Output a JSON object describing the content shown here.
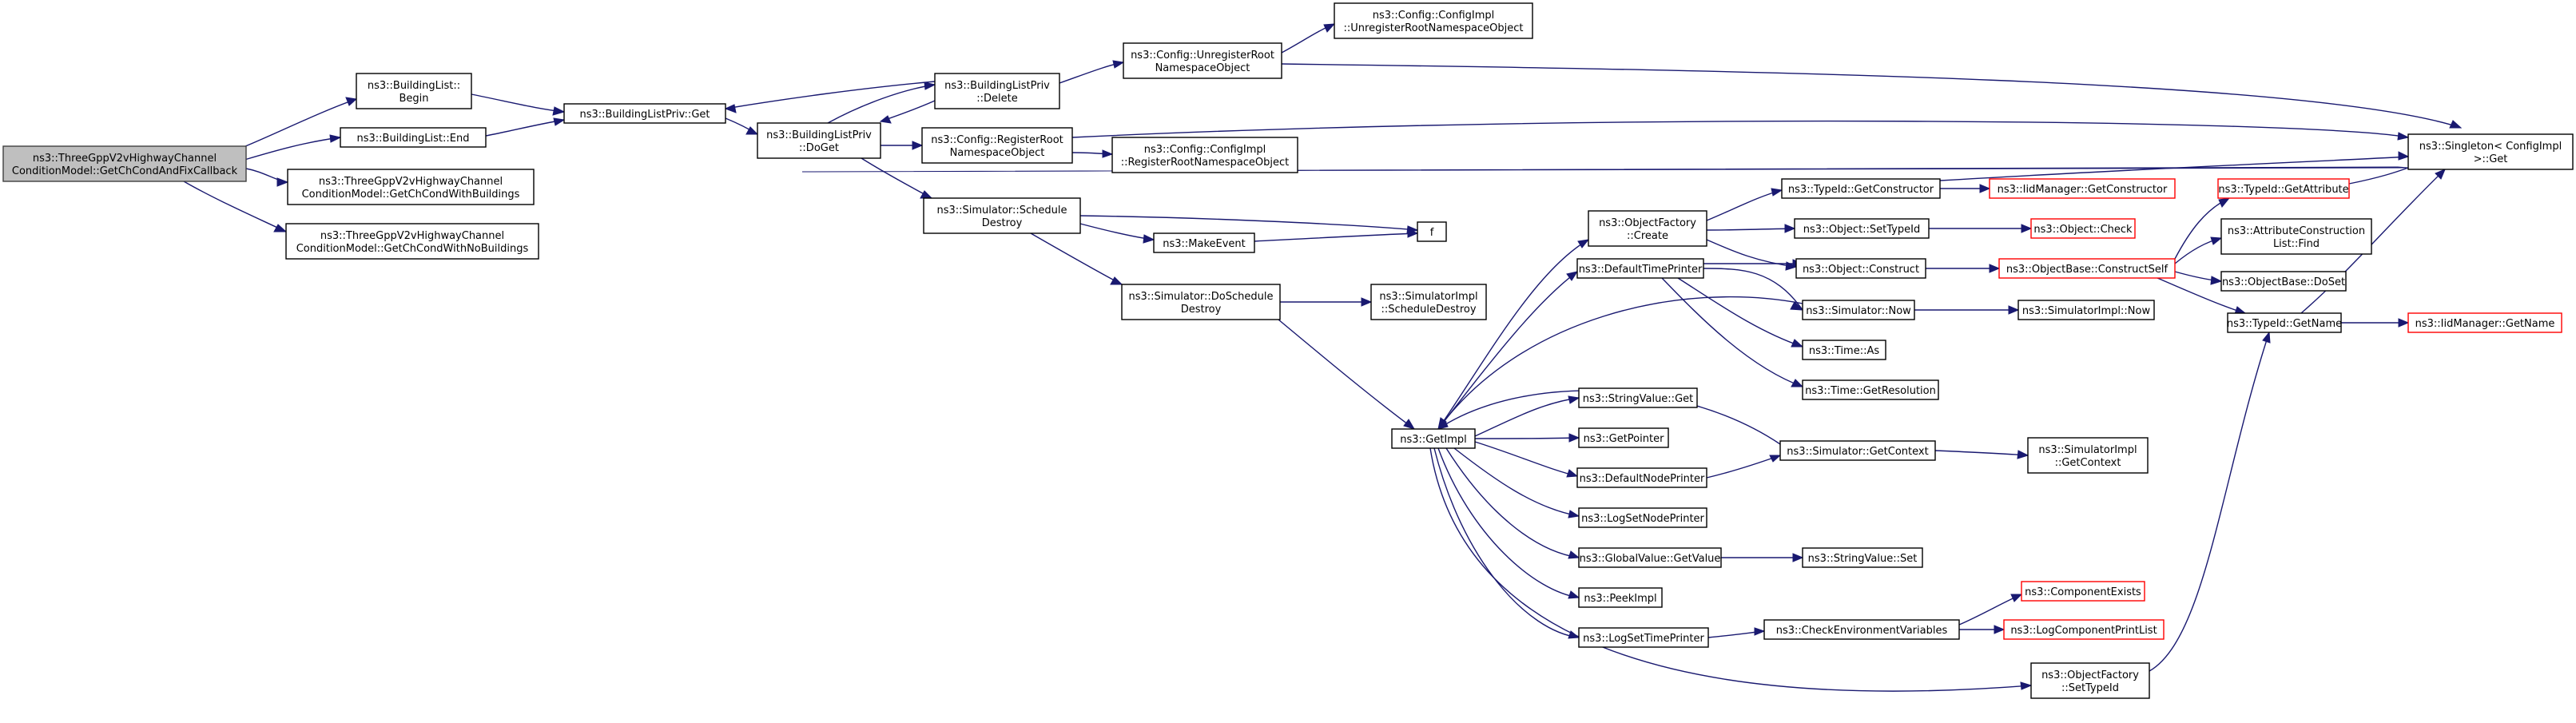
{
  "graph": {
    "nodes": [
      {
        "id": "root",
        "lines": [
          "ns3::ThreeGppV2vHighwayChannel",
          "ConditionModel::GetChCondAndFixCallback"
        ],
        "style": "root"
      },
      {
        "id": "bl_begin",
        "lines": [
          "ns3::BuildingList::",
          "Begin"
        ]
      },
      {
        "id": "bl_end",
        "lines": [
          "ns3::BuildingList::End"
        ]
      },
      {
        "id": "withb",
        "lines": [
          "ns3::ThreeGppV2vHighwayChannel",
          "ConditionModel::GetChCondWithBuildings"
        ]
      },
      {
        "id": "nob",
        "lines": [
          "ns3::ThreeGppV2vHighwayChannel",
          "ConditionModel::GetChCondWithNoBuildings"
        ]
      },
      {
        "id": "blp_get",
        "lines": [
          "ns3::BuildingListPriv::Get"
        ]
      },
      {
        "id": "blp_doget",
        "lines": [
          "ns3::BuildingListPriv",
          "::DoGet"
        ]
      },
      {
        "id": "blp_delete",
        "lines": [
          "ns3::BuildingListPriv",
          "::Delete"
        ]
      },
      {
        "id": "cfg_unreg",
        "lines": [
          "ns3::Config::UnregisterRoot",
          "NamespaceObject"
        ]
      },
      {
        "id": "cfgimpl_unreg",
        "lines": [
          "ns3::Config::ConfigImpl",
          "::UnregisterRootNamespaceObject"
        ]
      },
      {
        "id": "cfg_reg",
        "lines": [
          "ns3::Config::RegisterRoot",
          "NamespaceObject"
        ]
      },
      {
        "id": "cfgimpl_reg",
        "lines": [
          "ns3::Config::ConfigImpl",
          "::RegisterRootNamespaceObject"
        ]
      },
      {
        "id": "sim_sched",
        "lines": [
          "ns3::Simulator::Schedule",
          "Destroy"
        ]
      },
      {
        "id": "f",
        "lines": [
          "f"
        ]
      },
      {
        "id": "makeevent",
        "lines": [
          "ns3::MakeEvent"
        ]
      },
      {
        "id": "sim_dosched",
        "lines": [
          "ns3::Simulator::DoSchedule",
          "Destroy"
        ]
      },
      {
        "id": "simimpl_sched",
        "lines": [
          "ns3::SimulatorImpl",
          "::ScheduleDestroy"
        ]
      },
      {
        "id": "getimpl",
        "lines": [
          "ns3::GetImpl"
        ]
      },
      {
        "id": "objfactory_create",
        "lines": [
          "ns3::ObjectFactory",
          "::Create"
        ]
      },
      {
        "id": "typeid_getctor",
        "lines": [
          "ns3::TypeId::GetConstructor"
        ]
      },
      {
        "id": "iid_getctor",
        "lines": [
          "ns3::IidManager::GetConstructor"
        ],
        "style": "trunc"
      },
      {
        "id": "obj_settypeid",
        "lines": [
          "ns3::Object::SetTypeId"
        ]
      },
      {
        "id": "obj_check",
        "lines": [
          "ns3::Object::Check"
        ],
        "style": "trunc"
      },
      {
        "id": "obj_construct",
        "lines": [
          "ns3::Object::Construct"
        ]
      },
      {
        "id": "objbase_cs",
        "lines": [
          "ns3::ObjectBase::ConstructSelf"
        ],
        "style": "trunc"
      },
      {
        "id": "typeid_getattr",
        "lines": [
          "ns3::TypeId::GetAttribute"
        ],
        "style": "trunc"
      },
      {
        "id": "attr_find",
        "lines": [
          "ns3::AttributeConstruction",
          "List::Find"
        ]
      },
      {
        "id": "objbase_doset",
        "lines": [
          "ns3::ObjectBase::DoSet"
        ]
      },
      {
        "id": "typeid_getname",
        "lines": [
          "ns3::TypeId::GetName"
        ]
      },
      {
        "id": "iid_getname",
        "lines": [
          "ns3::IidManager::GetName"
        ],
        "style": "trunc"
      },
      {
        "id": "singleton_get",
        "lines": [
          "ns3::Singleton< ConfigImpl",
          " >::Get"
        ]
      },
      {
        "id": "def_time",
        "lines": [
          "ns3::DefaultTimePrinter"
        ]
      },
      {
        "id": "sim_now",
        "lines": [
          "ns3::Simulator::Now"
        ]
      },
      {
        "id": "simimpl_now",
        "lines": [
          "ns3::SimulatorImpl::Now"
        ]
      },
      {
        "id": "time_as",
        "lines": [
          "ns3::Time::As"
        ]
      },
      {
        "id": "time_getres",
        "lines": [
          "ns3::Time::GetResolution"
        ]
      },
      {
        "id": "strval_get",
        "lines": [
          "ns3::StringValue::Get"
        ]
      },
      {
        "id": "getpointer",
        "lines": [
          "ns3::GetPointer"
        ]
      },
      {
        "id": "def_node",
        "lines": [
          "ns3::DefaultNodePrinter"
        ]
      },
      {
        "id": "sim_getctx",
        "lines": [
          "ns3::Simulator::GetContext"
        ]
      },
      {
        "id": "simimpl_getctx",
        "lines": [
          "ns3::SimulatorImpl",
          "::GetContext"
        ]
      },
      {
        "id": "logsetnode",
        "lines": [
          "ns3::LogSetNodePrinter"
        ]
      },
      {
        "id": "gv_getvalue",
        "lines": [
          "ns3::GlobalValue::GetValue"
        ]
      },
      {
        "id": "strval_set",
        "lines": [
          "ns3::StringValue::Set"
        ]
      },
      {
        "id": "peekimpl",
        "lines": [
          "ns3::PeekImpl"
        ]
      },
      {
        "id": "logsettime",
        "lines": [
          "ns3::LogSetTimePrinter"
        ]
      },
      {
        "id": "checkenv",
        "lines": [
          "ns3::CheckEnvironmentVariables"
        ]
      },
      {
        "id": "compexists",
        "lines": [
          "ns3::ComponentExists"
        ],
        "style": "trunc"
      },
      {
        "id": "logcomplist",
        "lines": [
          "ns3::LogComponentPrintList"
        ],
        "style": "trunc"
      },
      {
        "id": "objfactory_settypeid",
        "lines": [
          "ns3::ObjectFactory",
          "::SetTypeId"
        ]
      }
    ],
    "colors": {
      "edge": "#191970",
      "node_border": "#000000",
      "root_fill": "#bfbfbf",
      "root_border": "#404040",
      "truncated_border": "#ff0000"
    }
  }
}
